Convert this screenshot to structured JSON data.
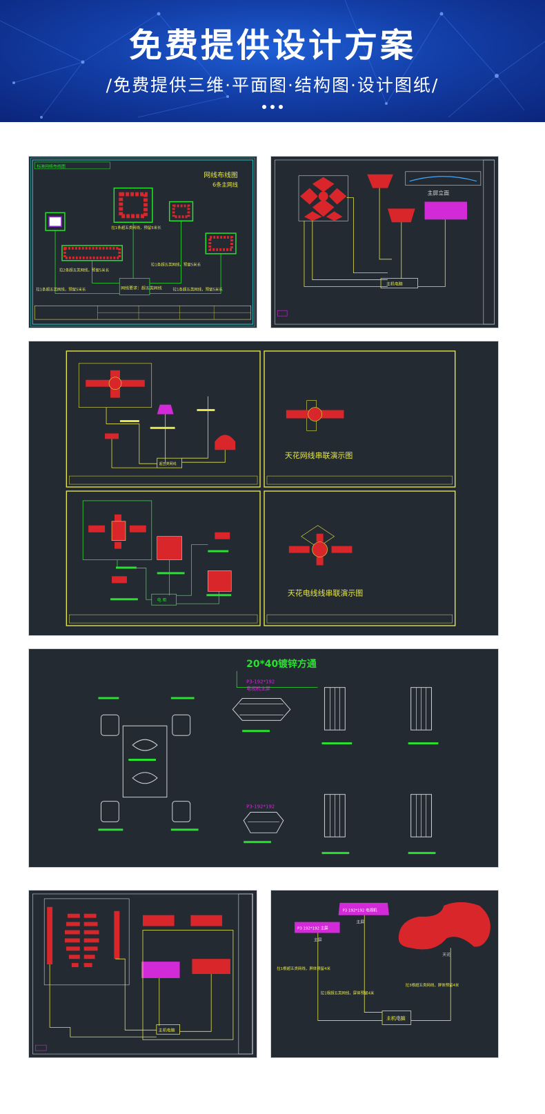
{
  "banner": {
    "title": "免费提供设计方案",
    "subtitle": "/免费提供三维·平面图·结构图·设计图纸/"
  },
  "panel1": {
    "title": "网线布线图",
    "subtitle": "6条主网线",
    "header_note": "标准网络布线图",
    "note_a": "拉1条超五类网线，预留5米长",
    "note_b": "拉1条超五类网线，预留5米长",
    "note_c": "拉2条超五类网线，预留5米长",
    "note_d": "拉1条超五类网线，预留5米长",
    "note_e": "拉1条超五类网线，预留5米长",
    "center_box": "网线要求：超五类网线"
  },
  "panel2": {
    "label_main": "主屏立面",
    "label_host": "主机电脑"
  },
  "panel3": {
    "title_a": "天花网线串联演示图",
    "title_b": "天花电线线串联演示图",
    "box_a": "超五类网线",
    "box_b": "电 柜"
  },
  "panel4": {
    "title": "20*40镀锌方通",
    "label_a": "P3-192*192",
    "label_b": "电视机主屏",
    "label_c": "P3-192*192"
  },
  "panel5": {
    "label_host": "主机电脑"
  },
  "panel6": {
    "label_a": "P3 192*192 电视机",
    "label_b": "P3 192*192 主屏",
    "label_main": "主屏",
    "label_main2": "主屏",
    "label_ceiling": "天花",
    "note_a": "拉1根超五类网线，屏体预留4米",
    "note_b": "拉1根超五类网线，屏体预留4米",
    "note_c": "拉3根超五类网线，屏体预留4米",
    "label_host": "主机电脑"
  },
  "colors": {
    "cad_bg": "#232a32",
    "cad_yellow": "#e6e64a",
    "cad_green": "#29e22e",
    "cad_red": "#d9262a",
    "cad_magenta": "#d22ad6",
    "banner_blue": "#133fa8"
  }
}
